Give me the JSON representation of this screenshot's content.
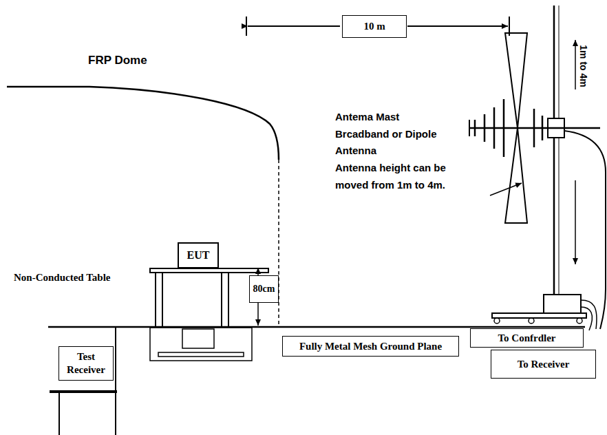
{
  "diagram": {
    "nodes": [
      {
        "text": [
          "10 m"
        ]
      },
      {
        "text": [
          "EUT"
        ]
      },
      {
        "text": [
          "80cm"
        ]
      },
      {
        "text": [
          "Test Receiver"
        ]
      },
      {
        "text": [
          "Fully Metal Mesh Ground Plane"
        ]
      },
      {
        "text": [
          "To Confrdler"
        ]
      },
      {
        "text": [
          "To Receiver"
        ]
      }
    ],
    "labels": [
      "FRP Dome",
      "1m to 4m",
      "Antema Mast",
      "Brcadband or Dipole",
      "Antenna",
      "Antenna height can be",
      "moved from 1m to 4m.",
      "Non-Conducted Table"
    ]
  }
}
